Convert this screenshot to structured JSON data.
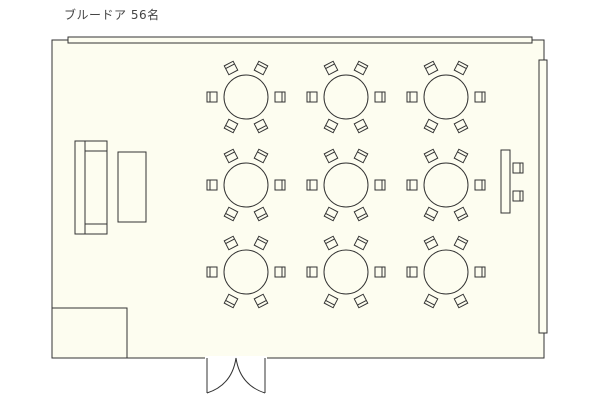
{
  "title": "ブルードア 56名",
  "layout": {
    "tables_per_row": 3,
    "rows": 3,
    "seats_per_table": 6
  },
  "colors": {
    "floor": "#fdfdf0",
    "line": "#333333",
    "furniture": "#fdfdf0"
  }
}
